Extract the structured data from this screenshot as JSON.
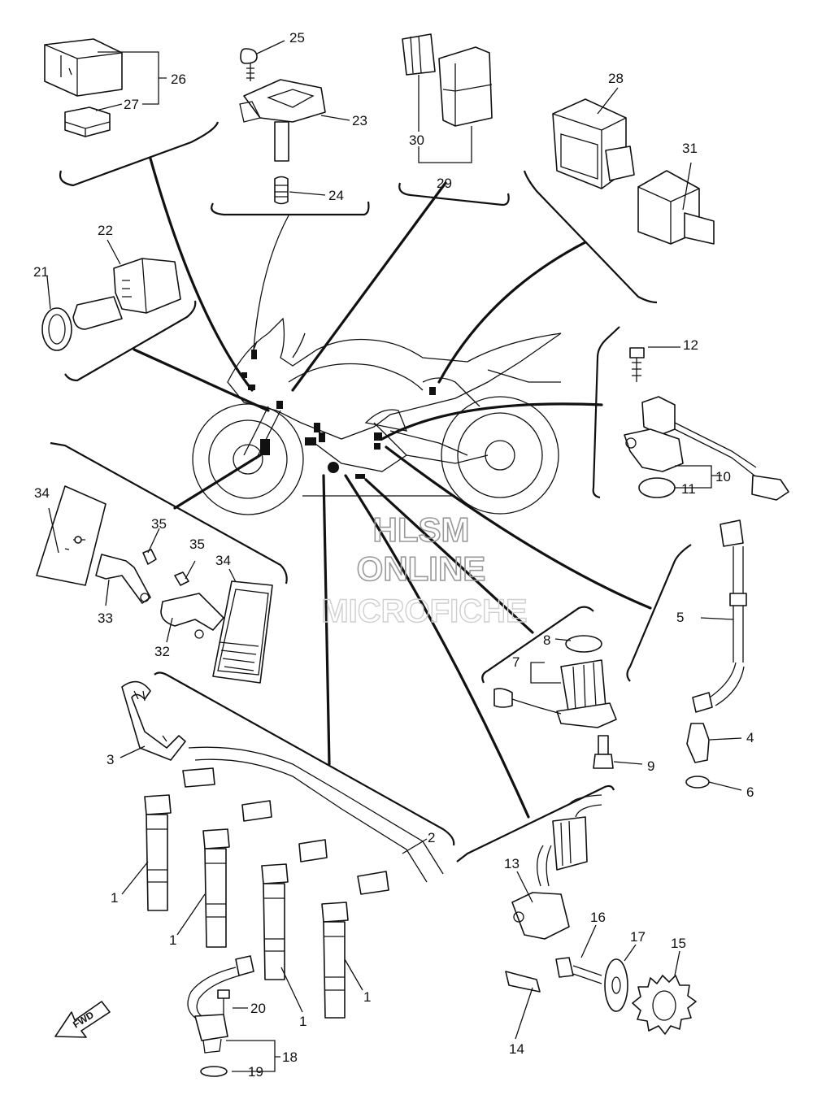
{
  "watermark": {
    "line1": "HLSM",
    "line2": "ONLINE",
    "line3": "MICROFICHE"
  },
  "fwd_label": "FWD",
  "callouts": [
    {
      "id": "1a",
      "text": "1"
    },
    {
      "id": "1b",
      "text": "1"
    },
    {
      "id": "1c",
      "text": "1"
    },
    {
      "id": "1d",
      "text": "1"
    },
    {
      "id": "2",
      "text": "2"
    },
    {
      "id": "3",
      "text": "3"
    },
    {
      "id": "4",
      "text": "4"
    },
    {
      "id": "5",
      "text": "5"
    },
    {
      "id": "6",
      "text": "6"
    },
    {
      "id": "7",
      "text": "7"
    },
    {
      "id": "8",
      "text": "8"
    },
    {
      "id": "9",
      "text": "9"
    },
    {
      "id": "10",
      "text": "10"
    },
    {
      "id": "11",
      "text": "11"
    },
    {
      "id": "12",
      "text": "12"
    },
    {
      "id": "13",
      "text": "13"
    },
    {
      "id": "14",
      "text": "14"
    },
    {
      "id": "15",
      "text": "15"
    },
    {
      "id": "16",
      "text": "16"
    },
    {
      "id": "17",
      "text": "17"
    },
    {
      "id": "18",
      "text": "18"
    },
    {
      "id": "19",
      "text": "19"
    },
    {
      "id": "20",
      "text": "20"
    },
    {
      "id": "21",
      "text": "21"
    },
    {
      "id": "22",
      "text": "22"
    },
    {
      "id": "23",
      "text": "23"
    },
    {
      "id": "24",
      "text": "24"
    },
    {
      "id": "25",
      "text": "25"
    },
    {
      "id": "26",
      "text": "26"
    },
    {
      "id": "27",
      "text": "27"
    },
    {
      "id": "28",
      "text": "28"
    },
    {
      "id": "29",
      "text": "29"
    },
    {
      "id": "30",
      "text": "30"
    },
    {
      "id": "31",
      "text": "31"
    },
    {
      "id": "32",
      "text": "32"
    },
    {
      "id": "33",
      "text": "33"
    },
    {
      "id": "34a",
      "text": "34"
    },
    {
      "id": "34b",
      "text": "34"
    },
    {
      "id": "35a",
      "text": "35"
    },
    {
      "id": "35b",
      "text": "35"
    }
  ]
}
